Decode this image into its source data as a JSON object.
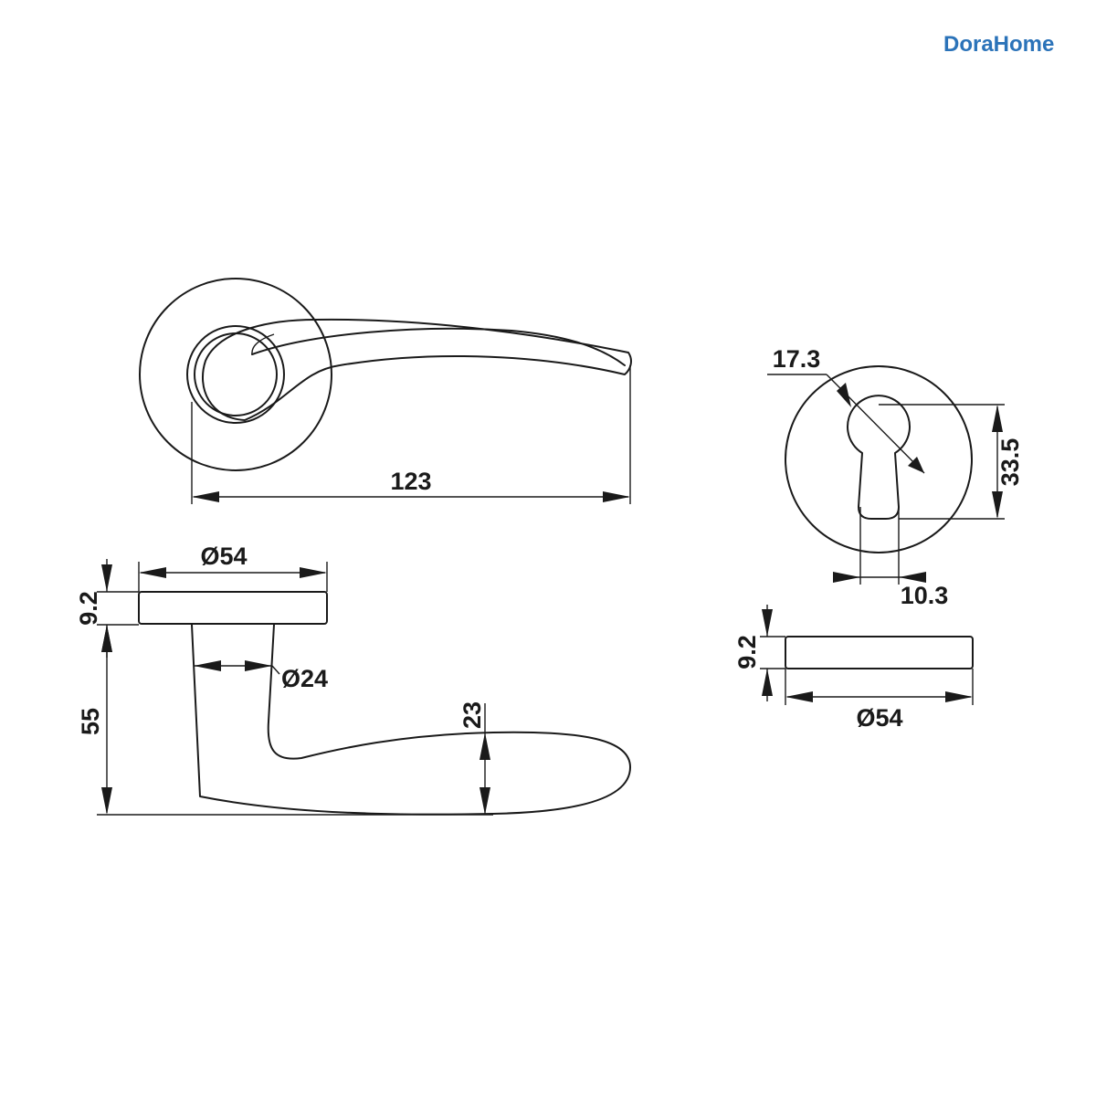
{
  "brand": {
    "name": "DoraHome",
    "color": "#2b73b9"
  },
  "dimensions": {
    "lever_length": "123",
    "rose_diameter_side": "Ø54",
    "rose_thickness_side": "9.2",
    "spindle_diameter": "Ø24",
    "lever_height": "55",
    "grip_height": "23",
    "keyhole_radius": "17.3",
    "keyhole_height": "33.5",
    "keyhole_width": "10.3",
    "escutcheon_thickness": "9.2",
    "escutcheon_diameter": "Ø54"
  }
}
